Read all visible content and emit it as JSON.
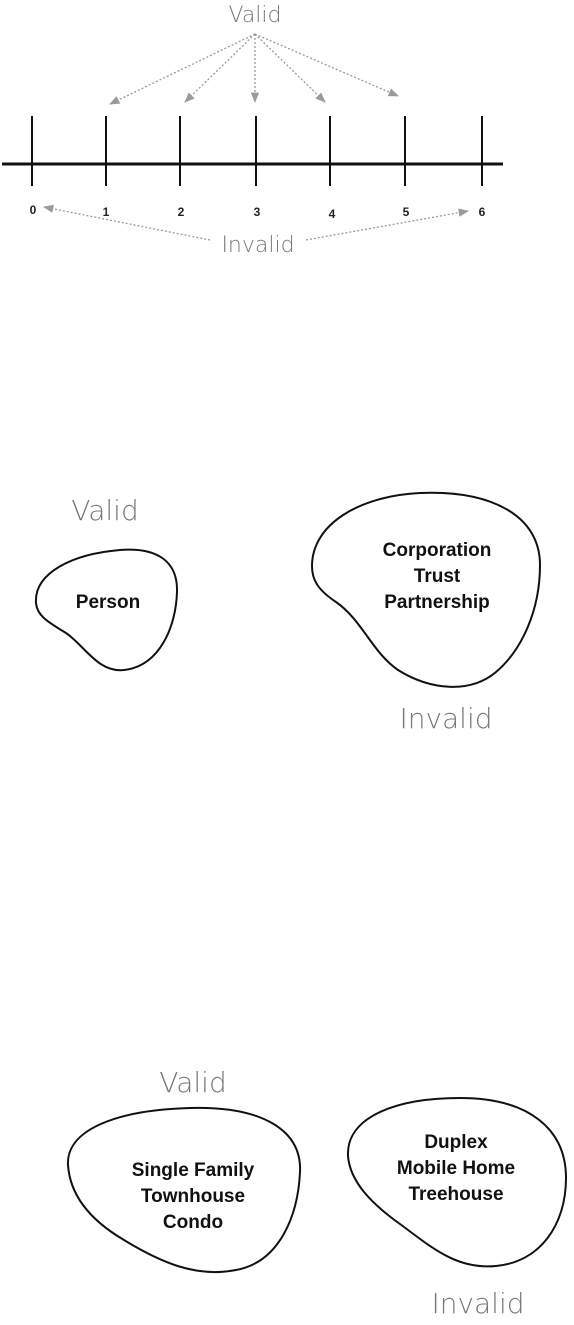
{
  "number_line": {
    "valid_label": "Valid",
    "invalid_label": "Invalid",
    "ticks": [
      "0",
      "1",
      "2",
      "3",
      "4",
      "5",
      "6"
    ],
    "valid_values": [
      "1",
      "2",
      "3",
      "4",
      "5"
    ],
    "invalid_values": [
      "0",
      "6"
    ]
  },
  "party_types": {
    "valid_label": "Valid",
    "valid_items": [
      "Person"
    ],
    "invalid_label": "Invalid",
    "invalid_items": [
      "Corporation",
      "Trust",
      "Partnership"
    ]
  },
  "home_types": {
    "valid_label": "Valid",
    "valid_items": [
      "Single Family",
      "Townhouse",
      "Condo"
    ],
    "invalid_label": "Invalid",
    "invalid_items": [
      "Duplex",
      "Mobile Home",
      "Treehouse"
    ]
  },
  "colors": {
    "handwriting": "#777777",
    "arrows": "#9a9a9a",
    "outline": "#111111"
  }
}
